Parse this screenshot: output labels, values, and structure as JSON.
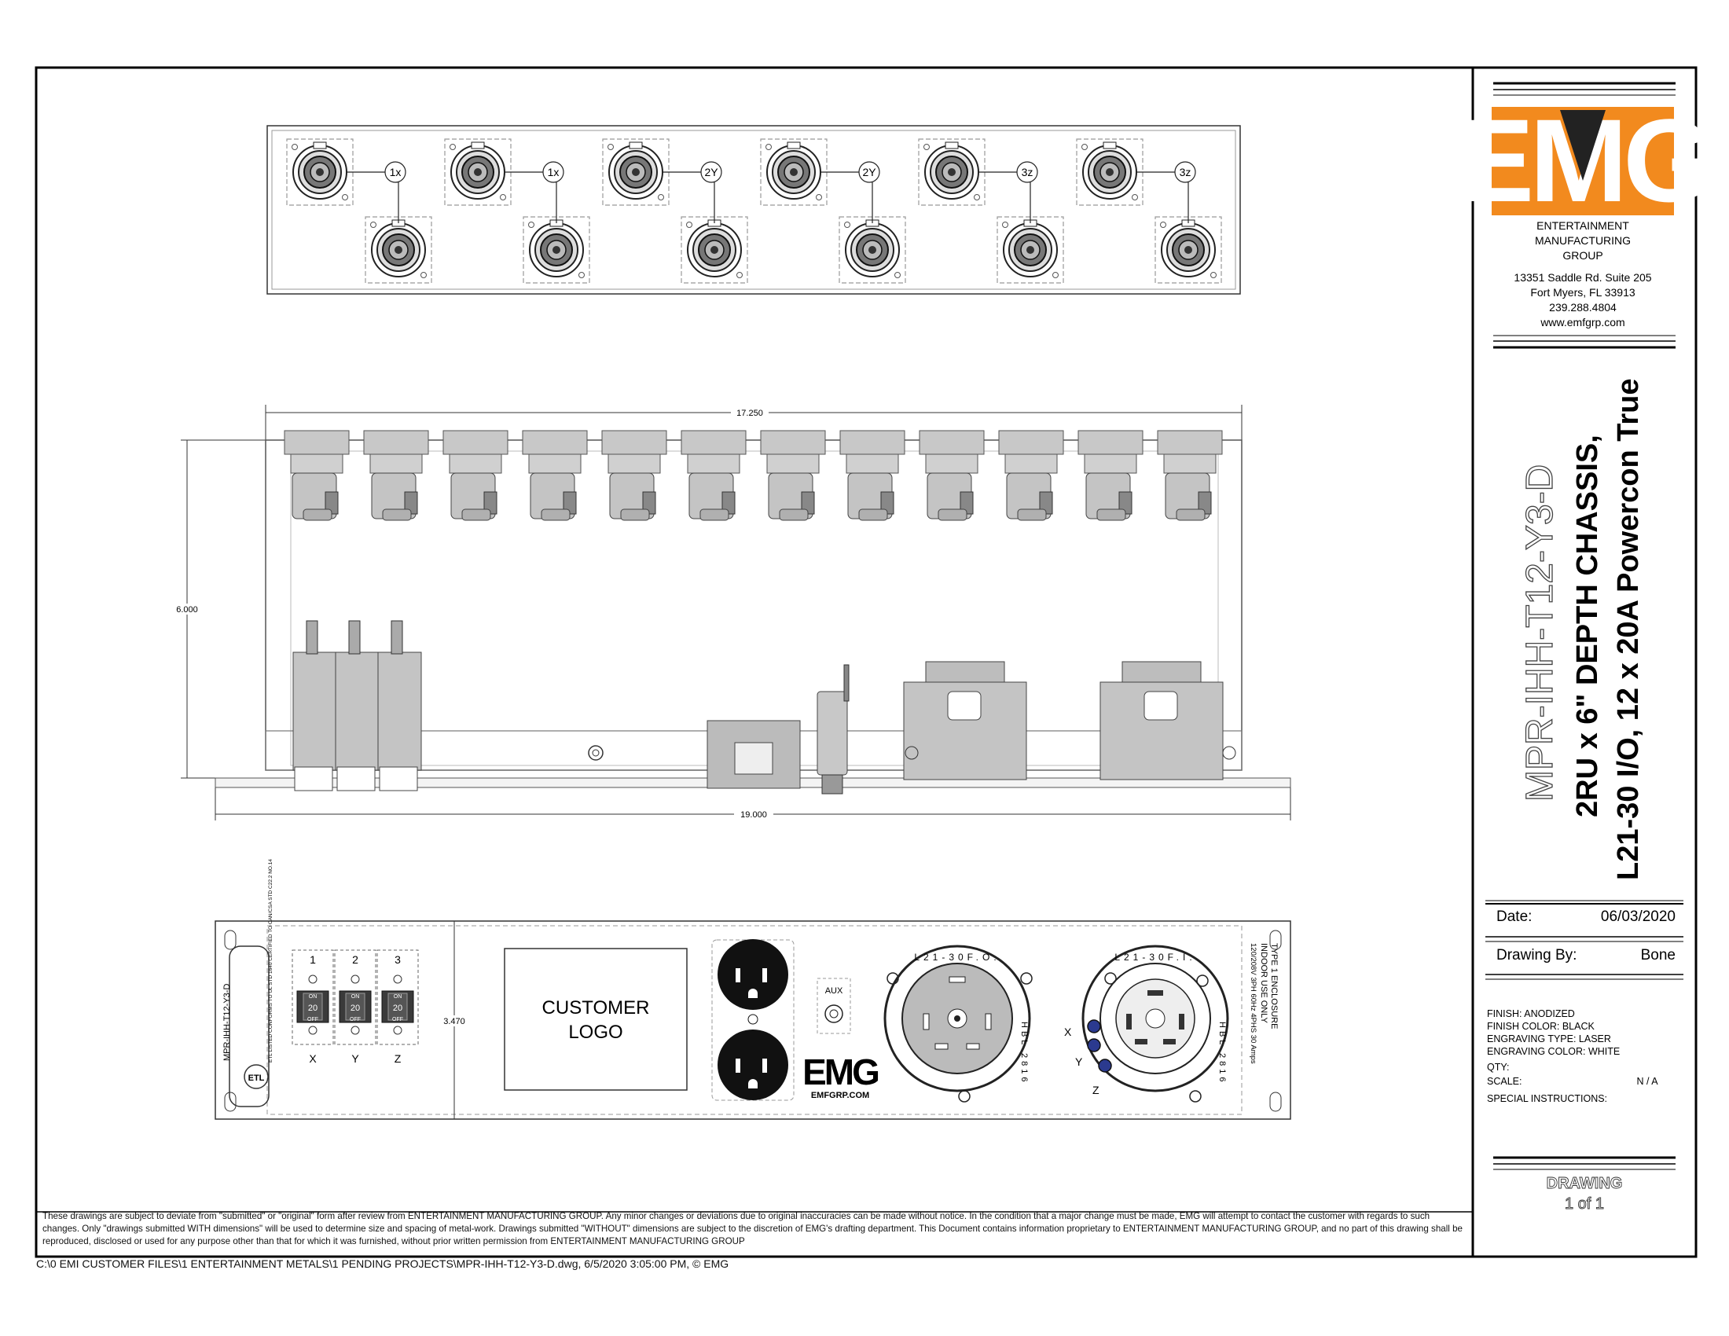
{
  "company": {
    "logo_text": "EMG",
    "name_lines": [
      "ENTERTAINMENT",
      "MANUFACTURING",
      "GROUP"
    ],
    "address_lines": [
      "13351 Saddle Rd. Suite 205",
      "Fort Myers, FL 33913",
      "239.288.4804",
      "www.emfgrp.com"
    ],
    "brand_orange": "#f28a1e",
    "brand_black": "#222222"
  },
  "title": {
    "part_number": "MPR-IHH-T12-Y3-D",
    "line1": "2RU x 6\" DEPTH CHASSIS,",
    "line2": "L21-30 I/O, 12 x 20A Powercon True"
  },
  "fields": {
    "date_label": "Date:",
    "date_value": "06/03/2020",
    "drawn_label": "Drawing By:",
    "drawn_value": "Bone"
  },
  "specs": {
    "finish": "FINISH: ANODIZED",
    "finish_color": "FINISH COLOR: BLACK",
    "engraving_type": "ENGRAVING TYPE: LASER",
    "engraving_color": "ENGRAVING COLOR: WHITE",
    "qty": "QTY:",
    "scale_label": "SCALE:",
    "scale_value": "N / A",
    "special": "SPECIAL INSTRUCTIONS:"
  },
  "sheet": {
    "label": "DRAWING",
    "value": "1 of 1"
  },
  "top_view": {
    "connector_labels": [
      "1x",
      "1x",
      "2Y",
      "2Y",
      "3z",
      "3z"
    ]
  },
  "side_view": {
    "dim_width": "17.250",
    "dim_height": "6.000",
    "dim_overall": "19.000"
  },
  "front_view": {
    "dim_height": "3.470",
    "part_label": "MPR-IHH-T12-Y3-D",
    "etl_text": "ETL LISTED CONFORMS TO UL STD 1640 CERTIFIED TO CAN/CSA STD C22.2 NO.14",
    "breaker_numbers": [
      "1",
      "2",
      "3"
    ],
    "breaker_phase": [
      "X",
      "Y",
      "Z"
    ],
    "breaker_on": "ON",
    "breaker_rating": "20",
    "breaker_off": "OFF",
    "customer_logo": [
      "CUSTOMER",
      "LOGO"
    ],
    "aux_label": "AUX",
    "emg_small": "EMG",
    "emg_url": "EMFGRP.COM",
    "l21_out": "L21-30F.O.",
    "l21_in": "L21-30F.I.",
    "hbl_label": "HBL 2816",
    "phase_labels": [
      "X",
      "Y",
      "Z"
    ],
    "enclosure_lines": [
      "TYPE 1 ENCLOSURE",
      "INDOOR USE ONLY",
      "120/208V  3PH 60Hz  4PHS  30 Amps"
    ]
  },
  "disclaimer": "These drawings are subject to deviate from \"submitted\" or \"original\" form after review from ENTERTAINMENT MANUFACTURING GROUP. Any minor changes or deviations due to original inaccuracies can be made without notice.  In the condition that a major change must be made, EMG will attempt to contact the customer with regards to such changes.  Only \"drawings submitted WITH dimensions\" will be used to determine size and spacing of metal-work.  Drawings submitted \"WITHOUT\" dimensions are subject to the discretion of EMG's drafting department. This Document contains information proprietary to ENTERTAINMENT MANUFACTURING GROUP, and no part of this drawing shall be reproduced, disclosed or used for any purpose other than that for which it was furnished, without prior written permission from ENTERTAINMENT MANUFACTURING GROUP",
  "filepath": "C:\\0 EMI CUSTOMER FILES\\1 ENTERTAINMENT METALS\\1 PENDING PROJECTS\\MPR-IHH-T12-Y3-D.dwg, 6/5/2020 3:05:00 PM, © EMG"
}
